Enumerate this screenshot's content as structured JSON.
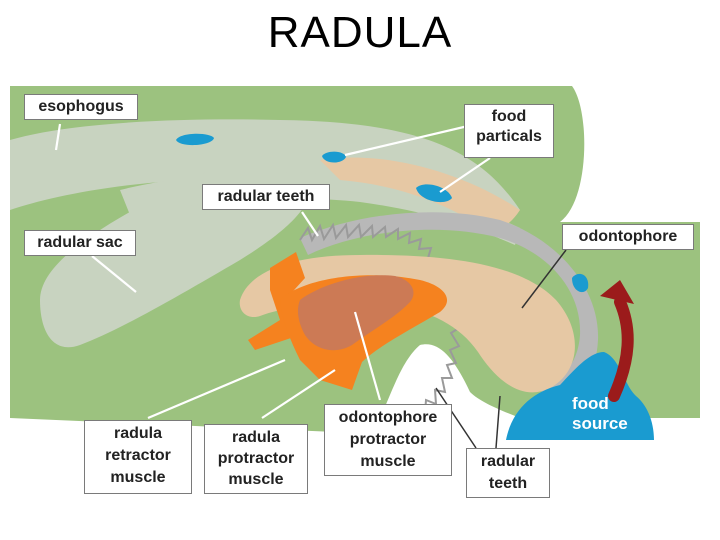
{
  "title": "RADULA",
  "labels": {
    "esophogus": "esophogus",
    "food_particals": "food\nparticals",
    "radular_teeth_top": "radular teeth",
    "radular_sac": "radular sac",
    "odontophore": "odontophore",
    "food_source": "food\nsource",
    "radula_retractor_muscle": "radula\nretractor\nmuscle",
    "radula_protractor_muscle": "radula\nprotractor\nmuscle",
    "odontophore_protractor_muscle": "odontophore\nprotractor\nmuscle",
    "radular_teeth_bottom": "radular\nteeth"
  },
  "colors": {
    "background_green": "#9cc27f",
    "esophagus_grey": "#c8d3c0",
    "odontophore_tan": "#e6c8a4",
    "muscle_orange": "#f5821f",
    "muscle_brown": "#cc7a55",
    "food_blue": "#1a9bd0",
    "arrow_red": "#9b1b1b",
    "teeth_grey": "#9a9a9a"
  }
}
